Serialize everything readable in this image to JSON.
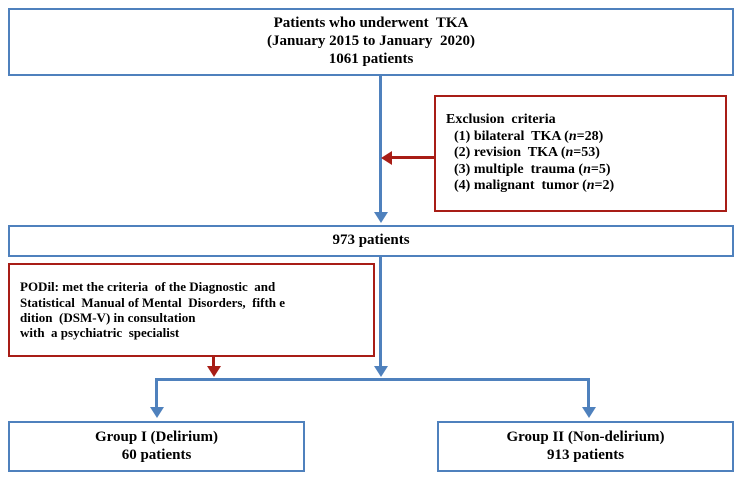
{
  "diagram": {
    "title": "Patient selection flow diagram for TKA delirium study",
    "colors": {
      "box_blue": "#4F81BD",
      "box_red": "#A81D16",
      "text": "#000000",
      "background": "#FFFFFF"
    },
    "nodes": {
      "enrolled": {
        "name": "enrolled-patients-box",
        "border_color": "#4F81BD",
        "lines": [
          "Patients who underwent  TKA",
          "(January 2015 to January  2020)",
          "1061 patients"
        ]
      },
      "exclusion": {
        "name": "exclusion-criteria-box",
        "border_color": "#A81D16",
        "heading": "Exclusion  criteria",
        "items": [
          {
            "label": "(1) bilateral  TKA (",
            "n_prefix": "n",
            "n_value": "=28)"
          },
          {
            "label": "(2) revision  TKA (",
            "n_prefix": "n",
            "n_value": "=53)"
          },
          {
            "label": "(3) multiple  trauma (",
            "n_prefix": "n",
            "n_value": "=5)"
          },
          {
            "label": "(4) malignant  tumor (",
            "n_prefix": "n",
            "n_value": "=2)"
          }
        ]
      },
      "remaining": {
        "name": "remaining-patients-box",
        "border_color": "#4F81BD",
        "lines": [
          "973 patients"
        ]
      },
      "podil": {
        "name": "podil-definition-box",
        "border_color": "#A81D16",
        "lines": [
          "PODil: met the criteria  of the Diagnostic  and",
          "Statistical  Manual of Mental  Disorders,  fifth e",
          "dition  (DSM-V) in consultation",
          "with  a psychiatric  specialist"
        ]
      },
      "group_one": {
        "name": "group-one-delirium-box",
        "border_color": "#4F81BD",
        "lines": [
          "Group I (Delirium)",
          "60 patients"
        ]
      },
      "group_two": {
        "name": "group-two-non-delirium-box",
        "border_color": "#4F81BD",
        "lines": [
          "Group II (Non-delirium)",
          "913 patients"
        ]
      }
    },
    "connectors": [
      {
        "name": "enrolled-to-remaining-arrow",
        "color": "#4F81BD",
        "direction": "down"
      },
      {
        "name": "exclusion-to-trunk-arrow",
        "color": "#A81D16",
        "direction": "left"
      },
      {
        "name": "remaining-to-split-arrow",
        "color": "#4F81BD",
        "direction": "down"
      },
      {
        "name": "podil-to-split-arrow",
        "color": "#A81D16",
        "direction": "down"
      },
      {
        "name": "split-to-group-one-arrow",
        "color": "#4F81BD",
        "direction": "down"
      },
      {
        "name": "split-to-group-two-arrow",
        "color": "#4F81BD",
        "direction": "down"
      }
    ],
    "counts": {
      "total_enrolled": "1061",
      "after_exclusion": "973",
      "delirium": "60",
      "non_delirium": "913"
    }
  }
}
